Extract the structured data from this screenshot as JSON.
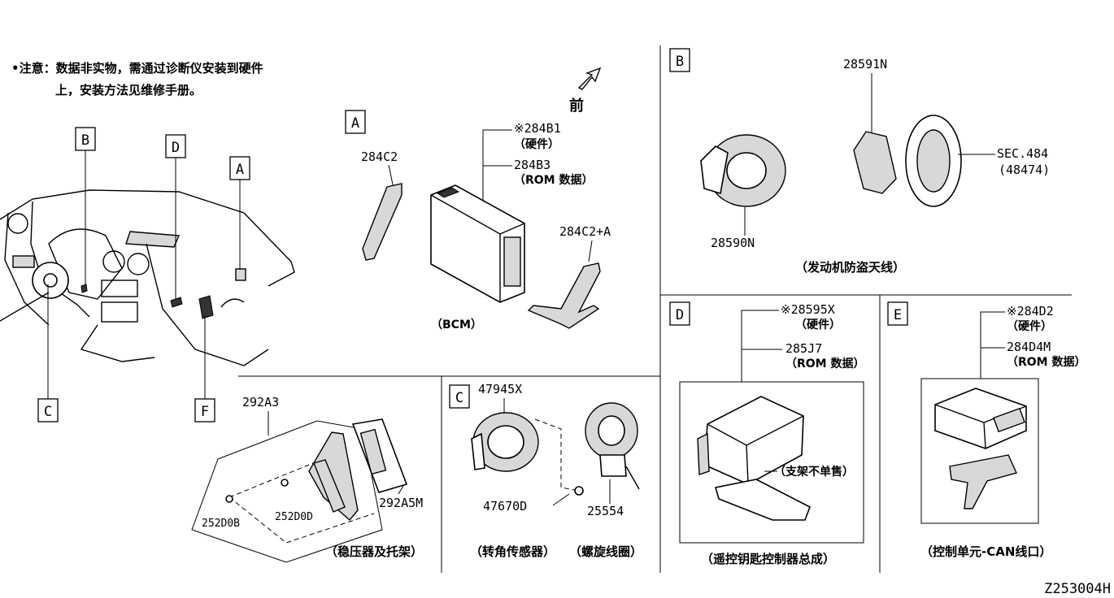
{
  "diagram_id": "Z253004H",
  "note": {
    "line1": "•注意：数据非实物，需通过诊断仪安装到硬件",
    "line2": "上，安装方法见维修手册。"
  },
  "front_label": "前",
  "section_letters": [
    "A",
    "B",
    "C",
    "D",
    "E",
    "F"
  ],
  "section_a": {
    "bracket_left": "284C2",
    "bracket_right": "284C2+A",
    "hw_part": "※284B1",
    "hw_label": "（硬件）",
    "rom_part": "284B3",
    "rom_label": "（ROM 数据）",
    "caption": "（BCM）"
  },
  "section_b": {
    "antenna_cover": "28591N",
    "antenna": "28590N",
    "sec_ref": "SEC.484",
    "sec_sub": "(48474)",
    "caption": "（发动机防盗天线）"
  },
  "section_c": {
    "sensor": "47945X",
    "screw": "47670D",
    "spiral": "25554",
    "caption_sensor": "（转角传感器）",
    "caption_spiral": "（螺旋线圈）"
  },
  "section_regulator": {
    "assembly": "292A3",
    "part_m": "292A5M",
    "screw_b": "252D0B",
    "screw_d": "252D0D",
    "caption": "（稳压器及托架）"
  },
  "section_d": {
    "hw_part": "※28595X",
    "hw_label": "（硬件）",
    "rom_part": "285J7",
    "rom_label": "（ROM 数据）",
    "callout": "（支架不单售）",
    "caption": "（遥控钥匙控制器总成）"
  },
  "section_e": {
    "hw_part": "※284D2",
    "hw_label": "（硬件）",
    "rom_part": "284D4M",
    "rom_label": "（ROM 数据）",
    "caption": "（控制单元-CAN线口）"
  }
}
